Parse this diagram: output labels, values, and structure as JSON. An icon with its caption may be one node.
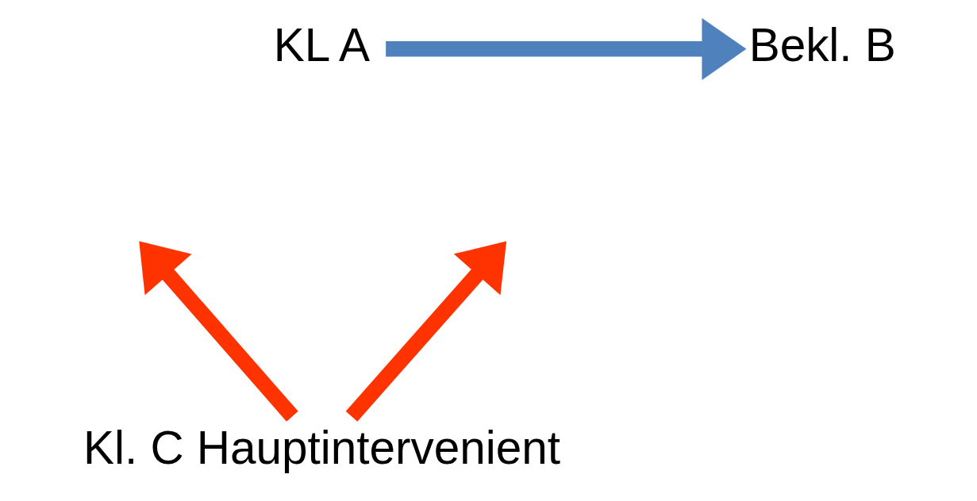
{
  "diagram": {
    "nodes": [
      {
        "text": [
          "KL A"
        ]
      },
      {
        "text": [
          "Bekl. B"
        ]
      },
      {
        "text": [
          "Kl. C Hauptintervenient"
        ]
      }
    ],
    "edges": [
      {
        "from": 0,
        "to": 1,
        "arrow": "to",
        "color": "#4f81bd"
      },
      {
        "from": 2,
        "to": null,
        "arrow": "to",
        "color": "#ff3300"
      },
      {
        "from": 2,
        "to": null,
        "arrow": "to",
        "color": "#ff3300"
      }
    ]
  }
}
